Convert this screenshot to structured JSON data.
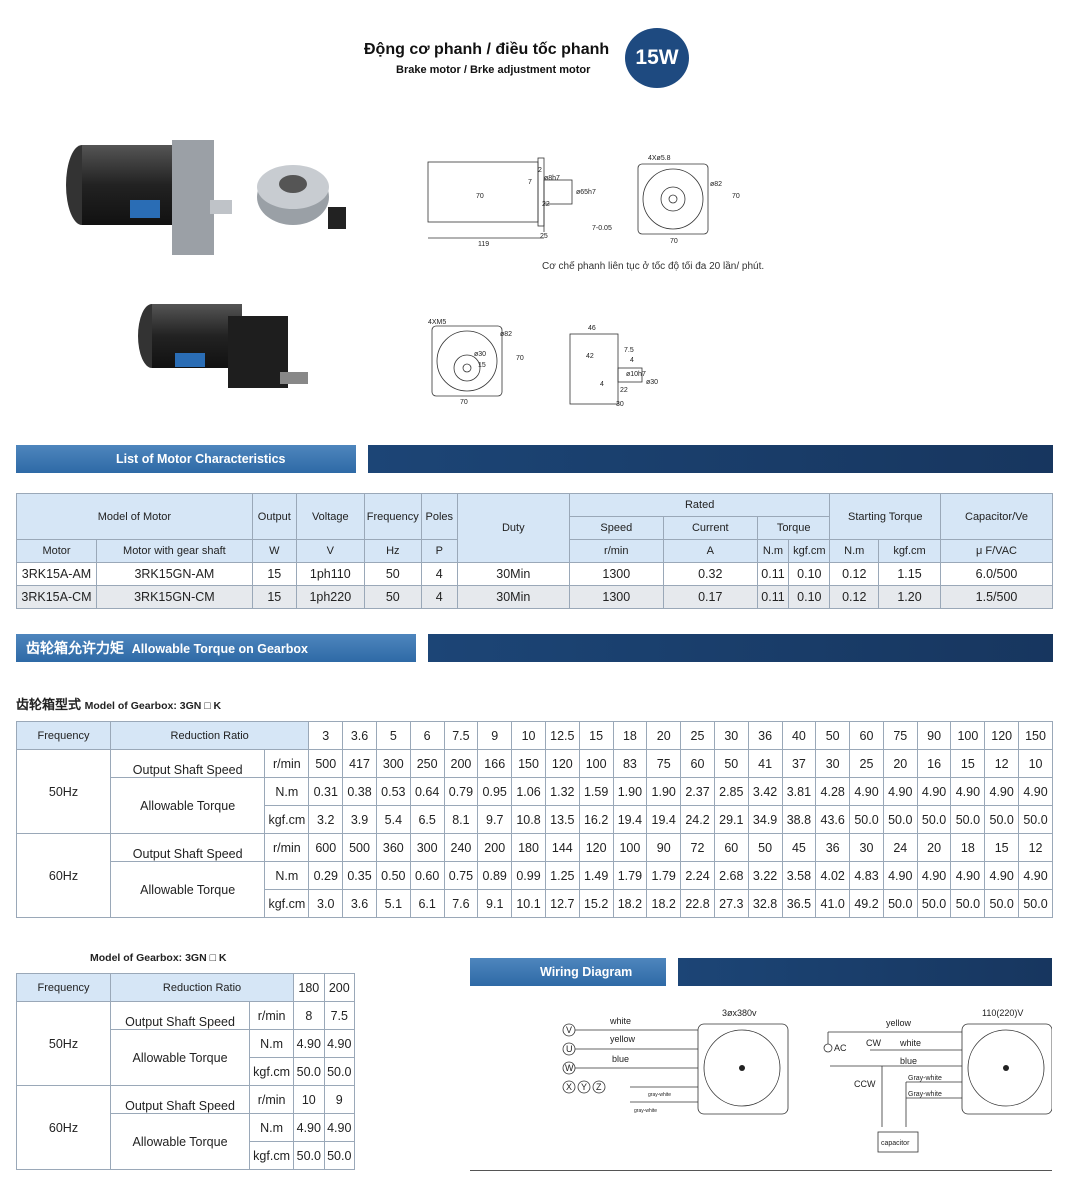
{
  "header": {
    "title_vn": "Động cơ phanh / điều tốc phanh",
    "title_en": "Brake motor / Brke adjustment motor",
    "badge": "15W"
  },
  "drawing_note": "Cơ chế phanh liên tục ở tốc độ tối đa 20  lần/ phút.",
  "dims": {
    "d1": "70",
    "d2": "119",
    "d3": "22",
    "d4": "25",
    "d5": "2",
    "d6": "7",
    "d7": "ø8h7",
    "d8": "ø65h7",
    "d9": "7-0.05",
    "d10": "4Xø5.8",
    "d11": "ø82",
    "d12": "70",
    "d13": "70",
    "g1": "4XM5",
    "g2": "ø82",
    "g3": "ø30",
    "g4": "15",
    "g5": "70",
    "g6": "70",
    "g7": "46",
    "g8": "42",
    "g9": "7.5",
    "g10": "4",
    "g11": "ø10h7",
    "g12": "ø30",
    "g13": "4",
    "g14": "22",
    "g15": "30"
  },
  "banners": {
    "motor": "List of Motor Characteristics",
    "gearbox_cn": "齿轮箱允许力矩",
    "gearbox_en": "Allowable Torque on Gearbox",
    "wiring": "Wiring Diagram"
  },
  "motor_table": {
    "h_model": "Model of Motor",
    "h_output": "Output",
    "h_voltage": "Voltage",
    "h_freq": "Frequency",
    "h_poles": "Poles",
    "h_duty": "Duty",
    "h_rated": "Rated",
    "h_speed": "Speed",
    "h_current": "Current",
    "h_torque": "Torque",
    "h_start": "Starting Torque",
    "h_cap": "Capacitor/Ve",
    "h_motor": "Motor",
    "h_gear": "Motor with gear shaft",
    "u_w": "W",
    "u_v": "V",
    "u_hz": "Hz",
    "u_p": "P",
    "u_rmin": "r/min",
    "u_a": "A",
    "u_nm": "N.m",
    "u_kgf": "kgf.cm",
    "u_nm2": "N.m",
    "u_kgf2": "kgf.cm",
    "u_cap": "μ F/VAC",
    "rows": [
      [
        "3RK15A-AM",
        "3RK15GN-AM",
        "15",
        "1ph110",
        "50",
        "4",
        "30Min",
        "1300",
        "0.32",
        "0.11",
        "0.10",
        "0.12",
        "1.15",
        "6.0/500"
      ],
      [
        "3RK15A-CM",
        "3RK15GN-CM",
        "15",
        "1ph220",
        "50",
        "4",
        "30Min",
        "1300",
        "0.17",
        "0.11",
        "0.10",
        "0.12",
        "1.20",
        "1.5/500"
      ]
    ]
  },
  "gear_title_cn": "齿轮箱型式",
  "gear_title_en": "Model of Gearbox: 3GN □ K",
  "gear_table": {
    "h_freq": "Frequency",
    "h_ratio": "Reduction Ratio",
    "f50": "50Hz",
    "f60": "60Hz",
    "l_speed": "Output Shaft Speed",
    "l_torque": "Allowable Torque",
    "u_rmin": "r/min",
    "u_nm": "N.m",
    "u_kgf": "kgf.cm",
    "ratios": [
      "3",
      "3.6",
      "5",
      "6",
      "7.5",
      "9",
      "10",
      "12.5",
      "15",
      "18",
      "20",
      "25",
      "30",
      "36",
      "40",
      "50",
      "60",
      "75",
      "90",
      "100",
      "120",
      "150"
    ],
    "s50": [
      "500",
      "417",
      "300",
      "250",
      "200",
      "166",
      "150",
      "120",
      "100",
      "83",
      "75",
      "60",
      "50",
      "41",
      "37",
      "30",
      "25",
      "20",
      "16",
      "15",
      "12",
      "10"
    ],
    "n50": [
      "0.31",
      "0.38",
      "0.53",
      "0.64",
      "0.79",
      "0.95",
      "1.06",
      "1.32",
      "1.59",
      "1.90",
      "1.90",
      "2.37",
      "2.85",
      "3.42",
      "3.81",
      "4.28",
      "4.90",
      "4.90",
      "4.90",
      "4.90",
      "4.90",
      "4.90"
    ],
    "k50": [
      "3.2",
      "3.9",
      "5.4",
      "6.5",
      "8.1",
      "9.7",
      "10.8",
      "13.5",
      "16.2",
      "19.4",
      "19.4",
      "24.2",
      "29.1",
      "34.9",
      "38.8",
      "43.6",
      "50.0",
      "50.0",
      "50.0",
      "50.0",
      "50.0",
      "50.0"
    ],
    "s60": [
      "600",
      "500",
      "360",
      "300",
      "240",
      "200",
      "180",
      "144",
      "120",
      "100",
      "90",
      "72",
      "60",
      "50",
      "45",
      "36",
      "30",
      "24",
      "20",
      "18",
      "15",
      "12"
    ],
    "n60": [
      "0.29",
      "0.35",
      "0.50",
      "0.60",
      "0.75",
      "0.89",
      "0.99",
      "1.25",
      "1.49",
      "1.79",
      "1.79",
      "2.24",
      "2.68",
      "3.22",
      "3.58",
      "4.02",
      "4.83",
      "4.90",
      "4.90",
      "4.90",
      "4.90",
      "4.90"
    ],
    "k60": [
      "3.0",
      "3.6",
      "5.1",
      "6.1",
      "7.6",
      "9.1",
      "10.1",
      "12.7",
      "15.2",
      "18.2",
      "18.2",
      "22.8",
      "27.3",
      "32.8",
      "36.5",
      "41.0",
      "49.2",
      "50.0",
      "50.0",
      "50.0",
      "50.0",
      "50.0"
    ]
  },
  "gear_table2": {
    "title": "Model of Gearbox: 3GN □ K",
    "ratios": [
      "180",
      "200"
    ],
    "s50": [
      "8",
      "7.5"
    ],
    "n50": [
      "4.90",
      "4.90"
    ],
    "k50": [
      "50.0",
      "50.0"
    ],
    "s60": [
      "10",
      "9"
    ],
    "n60": [
      "4.90",
      "4.90"
    ],
    "k60": [
      "50.0",
      "50.0"
    ]
  },
  "wiring": {
    "v": "V",
    "u": "U",
    "w": "W",
    "x": "X",
    "y": "Y",
    "z": "Z",
    "white": "white",
    "yellow": "yellow",
    "blue": "blue",
    "gw1": "gray-white",
    "gw2": "gray-white",
    "label3": "3øx380v",
    "ac": "AC",
    "cw": "CW",
    "ccw": "CCW",
    "yellow2": "yellow",
    "white2": "white",
    "blue2": "blue",
    "gw3": "Gray-white",
    "gw4": "Gray-white",
    "capacitor": "capacitor",
    "label1": "110(220)V"
  }
}
